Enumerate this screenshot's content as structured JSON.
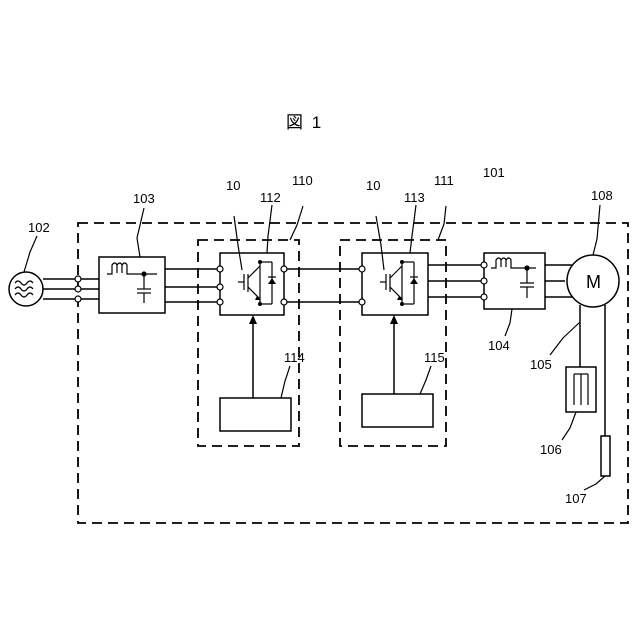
{
  "figure_title": "図 1",
  "labels": {
    "l101": "101",
    "l102": "102",
    "l103": "103",
    "l104": "104",
    "l105": "105",
    "l106": "106",
    "l107": "107",
    "l108": "108",
    "l110": "110",
    "l111": "111",
    "l112": "112",
    "l113": "113",
    "l114": "114",
    "l115": "115",
    "l10a": "10",
    "l10b": "10"
  },
  "motor_symbol": "M"
}
